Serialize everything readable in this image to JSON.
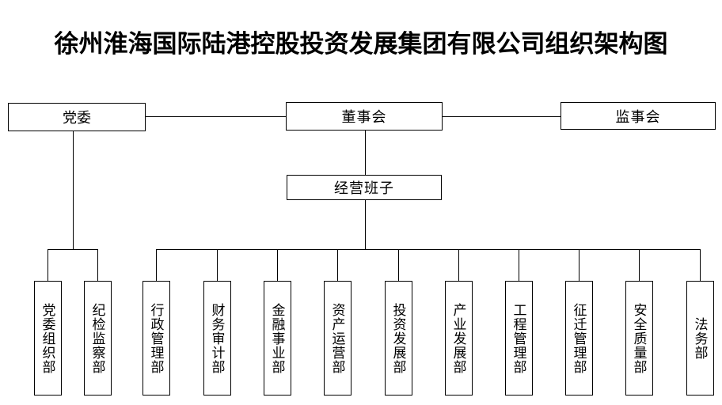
{
  "title": "徐州淮海国际陆港控股投资发展集团有限公司组织架构图",
  "nodes": {
    "party_committee": "党委",
    "board_of_directors": "董事会",
    "supervisory_board": "监事会",
    "management_team": "经营班子"
  },
  "departments": [
    "党委组织部",
    "纪检监察部",
    "行政管理部",
    "财务审计部",
    "金融事业部",
    "资产运营部",
    "投资发展部",
    "产业发展部",
    "工程管理部",
    "征迁管理部",
    "安全质量部",
    "法务部"
  ],
  "colors": {
    "background": "#ffffff",
    "line": "#000000",
    "text": "#000000"
  }
}
